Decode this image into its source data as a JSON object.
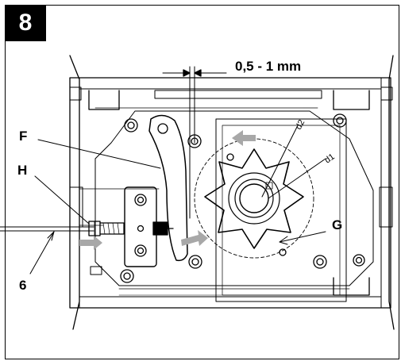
{
  "figure": {
    "number": "8",
    "gap_label": "0,5 - 1 mm",
    "labels": {
      "F": "F",
      "H": "H",
      "G": "G",
      "six": "6",
      "d1": "d1",
      "d2": "d2"
    }
  }
}
